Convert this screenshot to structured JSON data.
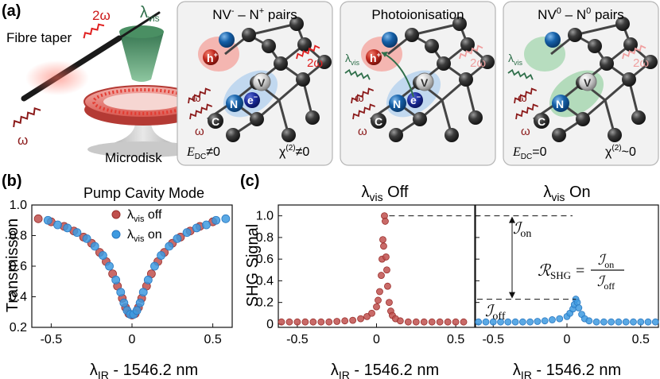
{
  "panels": {
    "a": {
      "label": "(a)",
      "fibre_label": "Fibre taper",
      "microdisk_label": "Microdisk",
      "omega_2": "2ω",
      "omega": "ω",
      "lambda_vis": "λ",
      "lambda_vis_sub": "vis",
      "boxes": [
        {
          "title": "NV",
          "title_sup": "-",
          "title_rest": " – N",
          "title_sup2": "+",
          "title_end": " pairs",
          "edc": "E",
          "edc_sub": "DC",
          "edc_rel": "≠0",
          "chi": "χ",
          "chi_sup": "(2)",
          "chi_rel": "≠0"
        },
        {
          "title": "Photoionisation"
        },
        {
          "title": "NV",
          "title_sup": "0",
          "title_rest": " – N",
          "title_sup2": "0",
          "title_end": " pairs",
          "edc": "E",
          "edc_sub": "DC",
          "edc_rel": "=0",
          "chi": "χ",
          "chi_sup": "(2)",
          "chi_rel": "~0"
        }
      ],
      "atoms": {
        "n": "N",
        "c": "C",
        "v": "V",
        "h": "h",
        "h_sup": "+",
        "e": "e",
        "e_sup": "−"
      }
    },
    "b": {
      "label": "(b)",
      "title": "Pump Cavity Mode",
      "ylabel": "Transmission",
      "xlabel": "λ",
      "xlabel_sub": "IR",
      "xlabel_rest": " - 1546.2 nm",
      "legend": [
        {
          "prefix": "λ",
          "sub": "vis",
          "suffix": " off"
        },
        {
          "prefix": "λ",
          "sub": "vis",
          "suffix": " on"
        }
      ]
    },
    "c": {
      "label": "(c)",
      "ylabel": "SHG Signal",
      "left_title": {
        "prefix": "λ",
        "sub": "vis",
        "suffix": " Off"
      },
      "right_title": {
        "prefix": "λ",
        "sub": "vis",
        "suffix": " On"
      },
      "xlabel": "λ",
      "xlabel_sub": "IR",
      "xlabel_rest": " - 1546.2 nm",
      "i_on": "ℐ",
      "i_on_sub": "on",
      "i_off": "ℐ",
      "i_off_sub": "off",
      "r_shg": "ℛ",
      "r_shg_sub": "SHG",
      "eq": "="
    }
  },
  "colors": {
    "off": "#c0504d",
    "off_edge": "#9a2f2c",
    "on": "#3d9ae0",
    "on_edge": "#2a78c0"
  },
  "chart_data": [
    {
      "type": "scatter",
      "title": "Pump Cavity Mode",
      "xlabel": "λIR - 1546.2 nm",
      "ylabel": "Transmission",
      "xlim": [
        -0.62,
        0.62
      ],
      "ylim": [
        0.2,
        1.0
      ],
      "xticks": [
        -0.5,
        0,
        0.5
      ],
      "xtick_labels": [
        "-0.5",
        "0",
        "0.5"
      ],
      "yticks": [
        0.2,
        0.4,
        0.6,
        0.8,
        1.0
      ],
      "ytick_labels": [
        "0.2",
        "0.4",
        "0.6",
        "0.8",
        "1.0"
      ],
      "legend_position": "top-right",
      "series": [
        {
          "name": "λvis off",
          "x": [
            -0.58,
            -0.5,
            -0.42,
            -0.36,
            -0.3,
            -0.25,
            -0.2,
            -0.16,
            -0.12,
            -0.09,
            -0.06,
            -0.04,
            -0.02,
            0,
            0.02,
            0.04,
            0.06,
            0.09,
            0.12,
            0.16,
            0.2,
            0.25,
            0.3,
            0.36,
            0.42,
            0.5
          ],
          "y": [
            0.91,
            0.89,
            0.86,
            0.83,
            0.79,
            0.75,
            0.69,
            0.63,
            0.55,
            0.47,
            0.39,
            0.33,
            0.29,
            0.28,
            0.29,
            0.33,
            0.39,
            0.47,
            0.55,
            0.63,
            0.69,
            0.75,
            0.79,
            0.83,
            0.86,
            0.89
          ]
        },
        {
          "name": "λvis on",
          "x": [
            -0.52,
            -0.46,
            -0.4,
            -0.34,
            -0.28,
            -0.23,
            -0.18,
            -0.14,
            -0.1,
            -0.07,
            -0.05,
            -0.03,
            -0.01,
            0.01,
            0.03,
            0.05,
            0.07,
            0.1,
            0.14,
            0.18,
            0.23,
            0.28,
            0.34,
            0.4,
            0.46,
            0.52,
            0.58
          ],
          "y": [
            0.9,
            0.87,
            0.85,
            0.82,
            0.78,
            0.73,
            0.67,
            0.6,
            0.51,
            0.43,
            0.36,
            0.31,
            0.285,
            0.285,
            0.31,
            0.36,
            0.43,
            0.51,
            0.6,
            0.67,
            0.73,
            0.78,
            0.82,
            0.85,
            0.87,
            0.9,
            0.91
          ]
        }
      ]
    },
    {
      "type": "scatter",
      "title": "λvis Off",
      "xlabel": "λIR - 1546.2 nm",
      "ylabel": "SHG Signal",
      "xlim": [
        -0.62,
        0.62
      ],
      "ylim": [
        -0.03,
        1.1
      ],
      "xticks": [
        -0.5,
        0,
        0.5
      ],
      "xtick_labels": [
        "-0.5",
        "0",
        "0.5"
      ],
      "yticks": [
        0,
        0.2,
        0.4,
        0.6,
        0.8,
        1.0
      ],
      "ytick_labels": [
        "0",
        "0.2",
        "0.4",
        "0.6",
        "0.8",
        "1.0"
      ],
      "series": [
        {
          "name": "λvis off",
          "x": [
            -0.6,
            -0.55,
            -0.5,
            -0.45,
            -0.4,
            -0.35,
            -0.3,
            -0.25,
            -0.2,
            -0.15,
            -0.1,
            -0.06,
            -0.03,
            0,
            0.01,
            0.02,
            0.03,
            0.035,
            0.04,
            0.045,
            0.05,
            0.055,
            0.06,
            0.065,
            0.07,
            0.08,
            0.09,
            0.1,
            0.12,
            0.15,
            0.2,
            0.25,
            0.3,
            0.35,
            0.4,
            0.45,
            0.5,
            0.55
          ],
          "y": [
            0.02,
            0.02,
            0.02,
            0.02,
            0.02,
            0.02,
            0.02,
            0.025,
            0.03,
            0.035,
            0.05,
            0.07,
            0.1,
            0.16,
            0.22,
            0.3,
            0.45,
            0.6,
            0.78,
            0.72,
            1.0,
            0.95,
            0.62,
            0.5,
            0.35,
            0.2,
            0.12,
            0.08,
            0.05,
            0.03,
            0.02,
            0.02,
            0.02,
            0.02,
            0.02,
            0.02,
            0.02,
            0.02
          ]
        }
      ]
    },
    {
      "type": "scatter",
      "title": "λvis On",
      "xlabel": "λIR - 1546.2 nm",
      "xlim": [
        -0.62,
        0.62
      ],
      "ylim": [
        -0.03,
        1.1
      ],
      "xticks": [
        -0.5,
        0,
        0.5
      ],
      "xtick_labels": [
        "-0.5",
        "0",
        "0.5"
      ],
      "series": [
        {
          "name": "λvis on",
          "x": [
            -0.6,
            -0.55,
            -0.5,
            -0.45,
            -0.4,
            -0.35,
            -0.3,
            -0.25,
            -0.2,
            -0.15,
            -0.1,
            -0.05,
            0,
            0.02,
            0.04,
            0.05,
            0.06,
            0.07,
            0.08,
            0.1,
            0.12,
            0.15,
            0.2,
            0.25,
            0.3,
            0.35,
            0.4,
            0.45,
            0.5,
            0.55,
            0.6
          ],
          "y": [
            0.02,
            0.02,
            0.02,
            0.02,
            0.02,
            0.02,
            0.02,
            0.02,
            0.025,
            0.03,
            0.04,
            0.05,
            0.07,
            0.1,
            0.14,
            0.18,
            0.23,
            0.2,
            0.15,
            0.09,
            0.05,
            0.03,
            0.02,
            0.02,
            0.02,
            0.02,
            0.02,
            0.02,
            0.02,
            0.02,
            0.02
          ]
        }
      ],
      "annotations": {
        "I_on_level": 1.0,
        "I_off_level": 0.23
      }
    }
  ]
}
